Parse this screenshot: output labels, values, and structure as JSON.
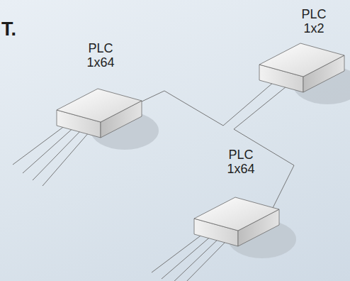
{
  "diagram": {
    "nodes": [
      {
        "text": [
          "PLC 1x2"
        ]
      },
      {
        "text": [
          "PLC 1x64"
        ]
      },
      {
        "text": [
          "PLC 1x64"
        ]
      }
    ],
    "edges": [
      {
        "from": 0,
        "to": 1,
        "arrow": "none"
      },
      {
        "from": 0,
        "to": 2,
        "arrow": "none"
      }
    ],
    "labels": [
      "T."
    ]
  }
}
